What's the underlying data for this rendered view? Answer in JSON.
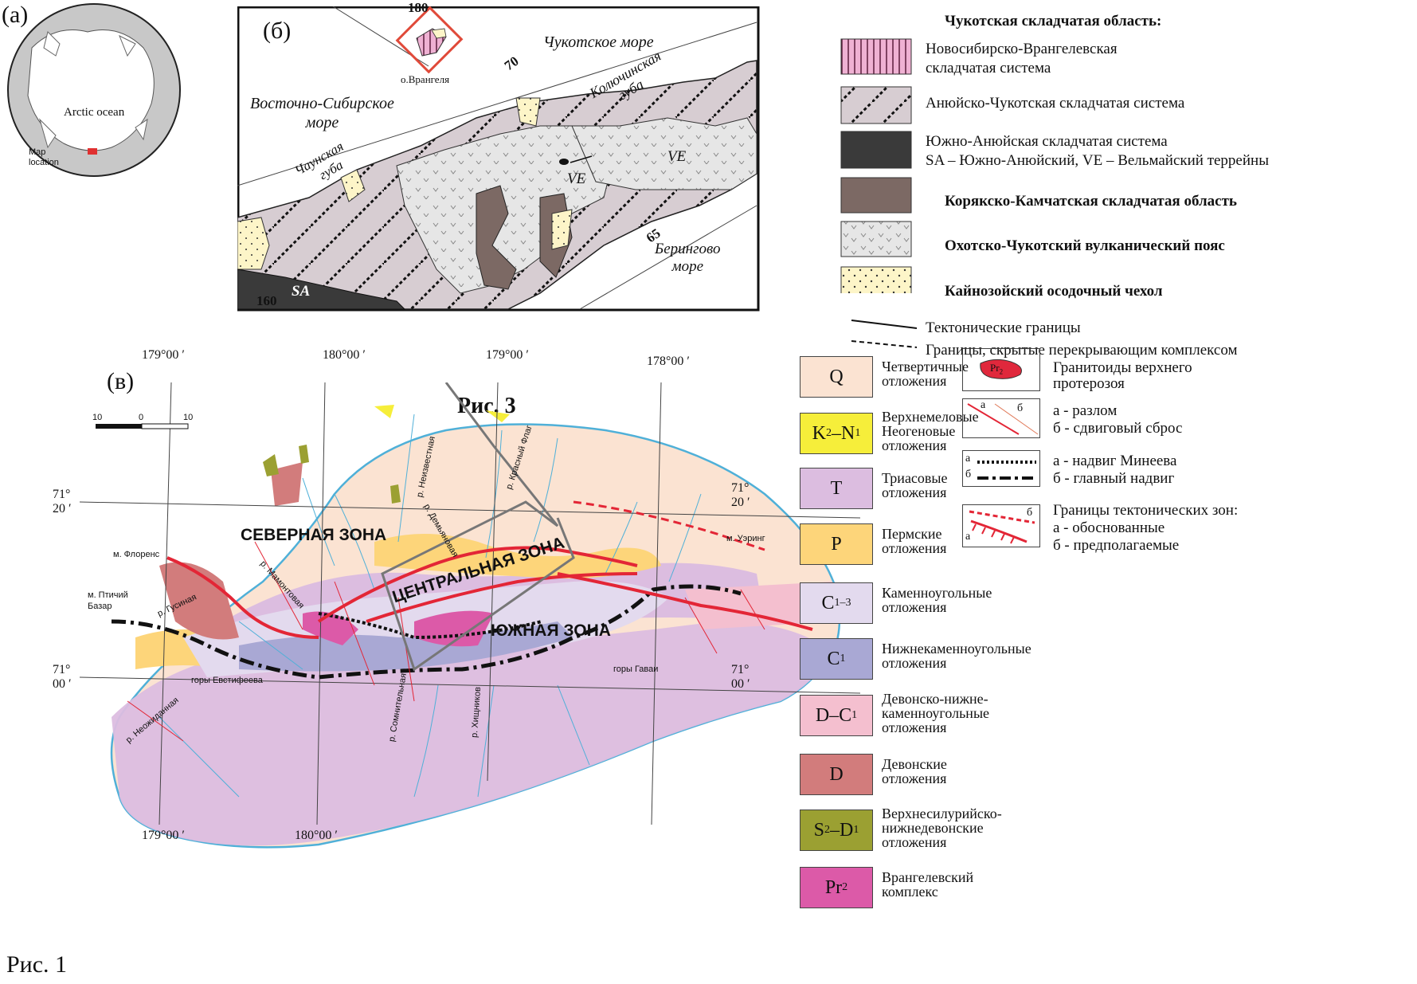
{
  "panel_a": {
    "label": "(а)",
    "ocean": "Arctic ocean",
    "map_location": [
      "Map",
      "location"
    ]
  },
  "panel_b": {
    "label": "(б)",
    "lon_top": "180",
    "lon_bottom": "160",
    "lat_70": "70",
    "lat_65": "65",
    "wrangel": "о.Врангеля",
    "chukchi_sea": "Чукотское море",
    "east_siberian_sea": [
      "Восточно-Сибирское",
      "море"
    ],
    "kolyuchin_bay": [
      "Колючинская",
      "губа"
    ],
    "chaun_bay": [
      "Чаунская",
      "губа"
    ],
    "bering_sea": [
      "Берингово",
      "море"
    ],
    "ve1": "VE",
    "ve2": "VE",
    "sa": "SA"
  },
  "legend_b": {
    "title": "Чукотская складчатая область:",
    "items": [
      {
        "lines": [
          "Новосибирско-Врангелевская",
          "складчатая система"
        ],
        "bold": false
      },
      {
        "lines": [
          "Анюйско-Чукотская складчатая система"
        ],
        "bold": false
      },
      {
        "lines": [
          "Южно-Анюйская складчатая система",
          "SA  – Южно-Анюйский, VE – Вельмайский террейны"
        ],
        "bold": false
      },
      {
        "lines": [
          "Корякско-Камчатская складчатая область"
        ],
        "bold": true
      },
      {
        "lines": [
          "Охотско-Чукотский вулканический пояс"
        ],
        "bold": true
      },
      {
        "lines": [
          "Кайнозойский осодочный чехол"
        ],
        "bold": true
      }
    ],
    "line_items": [
      "Тектонические границы",
      "Границы, скрытые перекрывающим комплексом"
    ]
  },
  "panel_c": {
    "label": "(в)",
    "fig3": "Рис. 3",
    "coords": {
      "lon_179_top": "179°00 ′",
      "lon_180_top": "180°00 ′",
      "lon_179e_top": "179°00 ′",
      "lon_178_top": "178°00 ′",
      "lon_179_bottom": "179°00 ′",
      "lon_180_bottom": "180°00 ′",
      "lat_7120_left": [
        "71°",
        "20 ′"
      ],
      "lat_7100_left": [
        "71°",
        "00 ′"
      ],
      "lat_7120_right": [
        "71°",
        "20 ′"
      ],
      "lat_7100_right": [
        "71°",
        "00 ′"
      ]
    },
    "scale": [
      "10",
      "0",
      "10"
    ],
    "zones": {
      "north": "СЕВЕРНАЯ ЗОНА",
      "central": "ЦЕНТРАЛЬНАЯ ЗОНА",
      "south": "ЮЖНАЯ ЗОНА"
    },
    "places": {
      "florence": "м. Флоренс",
      "ptichiy": [
        "м. Птичий",
        "Базар"
      ],
      "uering": "м. Уэринг",
      "evstifeeva": "горы Евстифеева",
      "gavai": "горы Гаваи",
      "neizvestnaya": "р. Неизвестная",
      "krasny_flag": "р. Красный Флаг",
      "demyanovaya": "р. Демьяновая",
      "mamontovaya": "р. Мамонтовая",
      "gusinaya": "р. Гусиная",
      "somnitelnaya": "р. Сомнительная",
      "hischnikov": "р. Хищников",
      "neozhidannaya": "р. Неожиданная"
    }
  },
  "legend_c_left": [
    {
      "code": "Q",
      "sub": "",
      "color": "#fbe3d2",
      "lines": [
        "Четвертичные",
        "отложения"
      ]
    },
    {
      "code": "K",
      "sub": "2",
      "code2": "–N",
      "sub2": "1",
      "color": "#f6ee3a",
      "lines": [
        "Верхнемеловые",
        "Неогеновые",
        "отложения"
      ]
    },
    {
      "code": "T",
      "sub": "",
      "color": "#dcbde0",
      "lines": [
        "Триасовые",
        "отложения"
      ]
    },
    {
      "code": "P",
      "sub": "",
      "color": "#fdd57a",
      "lines": [
        "Пермские",
        "отложения"
      ]
    },
    {
      "code": "C",
      "sub": "1–3",
      "color": "#e3daee",
      "lines": [
        "Каменноугольные",
        "отложения"
      ]
    },
    {
      "code": "C",
      "sub": "1",
      "color": "#a9a8d4",
      "lines": [
        "Нижнекаменноугольные",
        "отложения"
      ]
    },
    {
      "code": "D–C",
      "sub": "1",
      "color": "#f4bfcf",
      "lines": [
        "Девонско-нижне-",
        "каменноугольные",
        "отложения"
      ]
    },
    {
      "code": "D",
      "sub": "",
      "color": "#d27c7c",
      "lines": [
        "Девонские",
        "отложения"
      ]
    },
    {
      "code": "S",
      "sub": "2",
      "code2": "–D",
      "sub2": "1",
      "color": "#9ba032",
      "lines": [
        "Верхнесилурийско-",
        "нижнедевонские",
        "отложения"
      ]
    },
    {
      "code": "Pr",
      "sub": "2",
      "color": "#dc5aa8",
      "lines": [
        "Врангелевский",
        "комплекс"
      ]
    }
  ],
  "legend_c_right": {
    "granitoids": {
      "code": "Pr",
      "sub": "2",
      "lines": [
        "Гранитоиды верхнего",
        "протерозоя"
      ]
    },
    "faults": {
      "a": "а",
      "b": "б",
      "lines": [
        "а - разлом",
        "б - сдвиговый сброс"
      ]
    },
    "thrusts": {
      "a": "а",
      "b": "б",
      "lines": [
        "а - надвиг Минеева",
        "б - главный надвиг"
      ]
    },
    "zone_bounds": {
      "a": "а",
      "b": "б",
      "lines": [
        "Границы тектонических зон:",
        "а - обоснованные",
        "б - предполагаемые"
      ]
    }
  },
  "figure_caption": "Рис. 1"
}
